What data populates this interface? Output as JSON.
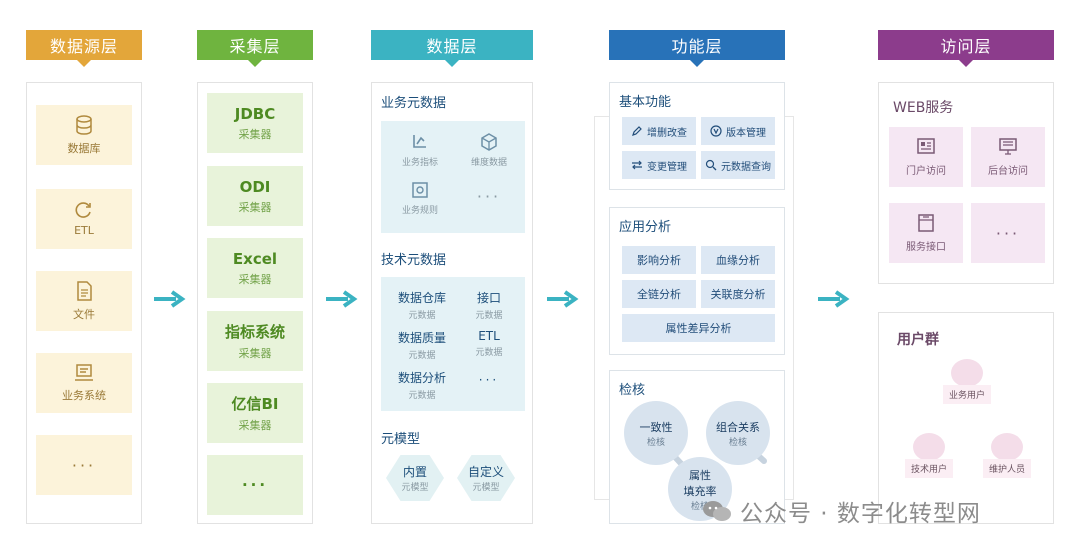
{
  "headers": {
    "source": "数据源层",
    "collect": "采集层",
    "data": "数据层",
    "function": "功能层",
    "access": "访问层"
  },
  "colors": {
    "source": "#e3a63a",
    "collect": "#6fb43f",
    "data": "#3bb3c2",
    "function": "#2872b8",
    "access": "#8c3c8c",
    "arrow": "#3bb3c2"
  },
  "source": {
    "items": [
      {
        "label": "数据库",
        "icon": "database-icon"
      },
      {
        "label": "ETL",
        "icon": "refresh-icon"
      },
      {
        "label": "文件",
        "icon": "file-icon"
      },
      {
        "label": "业务系统",
        "icon": "system-icon"
      },
      {
        "label": "···",
        "icon": ""
      }
    ]
  },
  "collect": {
    "items": [
      {
        "title": "JDBC",
        "sub": "采集器"
      },
      {
        "title": "ODI",
        "sub": "采集器"
      },
      {
        "title": "Excel",
        "sub": "采集器"
      },
      {
        "title": "指标系统",
        "sub": "采集器"
      },
      {
        "title": "亿信BI",
        "sub": "采集器"
      },
      {
        "title": "···",
        "sub": ""
      }
    ]
  },
  "data": {
    "business": {
      "title": "业务元数据",
      "items": [
        {
          "label": "业务指标",
          "icon": "metric-icon"
        },
        {
          "label": "维度数据",
          "icon": "dimension-icon"
        },
        {
          "label": "业务规则",
          "icon": "rule-icon"
        },
        {
          "label": "···",
          "icon": ""
        }
      ]
    },
    "tech": {
      "title": "技术元数据",
      "items": [
        {
          "a": "数据仓库",
          "b": "元数据"
        },
        {
          "a": "接口",
          "b": "元数据"
        },
        {
          "a": "数据质量",
          "b": "元数据"
        },
        {
          "a": "ETL",
          "b": "元数据"
        },
        {
          "a": "数据分析",
          "b": "元数据"
        },
        {
          "a": "···",
          "b": ""
        }
      ]
    },
    "model": {
      "title": "元模型",
      "items": [
        {
          "a": "内置",
          "b": "元模型"
        },
        {
          "a": "自定义",
          "b": "元模型"
        }
      ]
    }
  },
  "function": {
    "basic": {
      "title": "基本功能",
      "items": [
        {
          "label": "增删改查",
          "icon": "edit-icon"
        },
        {
          "label": "版本管理",
          "icon": "version-icon"
        },
        {
          "label": "变更管理",
          "icon": "exchange-icon"
        },
        {
          "label": "元数据查询",
          "icon": "search-icon"
        }
      ]
    },
    "analysis": {
      "title": "应用分析",
      "items": [
        "影响分析",
        "血缘分析",
        "全链分析",
        "关联度分析",
        "属性差异分析"
      ]
    },
    "check": {
      "title": "检核",
      "items": [
        {
          "a": "一致性",
          "b": "检核"
        },
        {
          "a": "组合关系",
          "b": "检核"
        },
        {
          "a": "属性",
          "a2": "填充率",
          "b": "检核"
        }
      ]
    }
  },
  "access": {
    "web": {
      "title": "WEB服务",
      "items": [
        {
          "label": "门户访问",
          "icon": "portal-icon"
        },
        {
          "label": "后台访问",
          "icon": "monitor-icon"
        },
        {
          "label": "服务接口",
          "icon": "api-icon"
        },
        {
          "label": "···",
          "icon": ""
        }
      ]
    },
    "users": {
      "title": "用户群",
      "items": [
        "业务用户",
        "技术用户",
        "维护人员"
      ]
    }
  },
  "watermark": "公众号 · 数字化转型网"
}
